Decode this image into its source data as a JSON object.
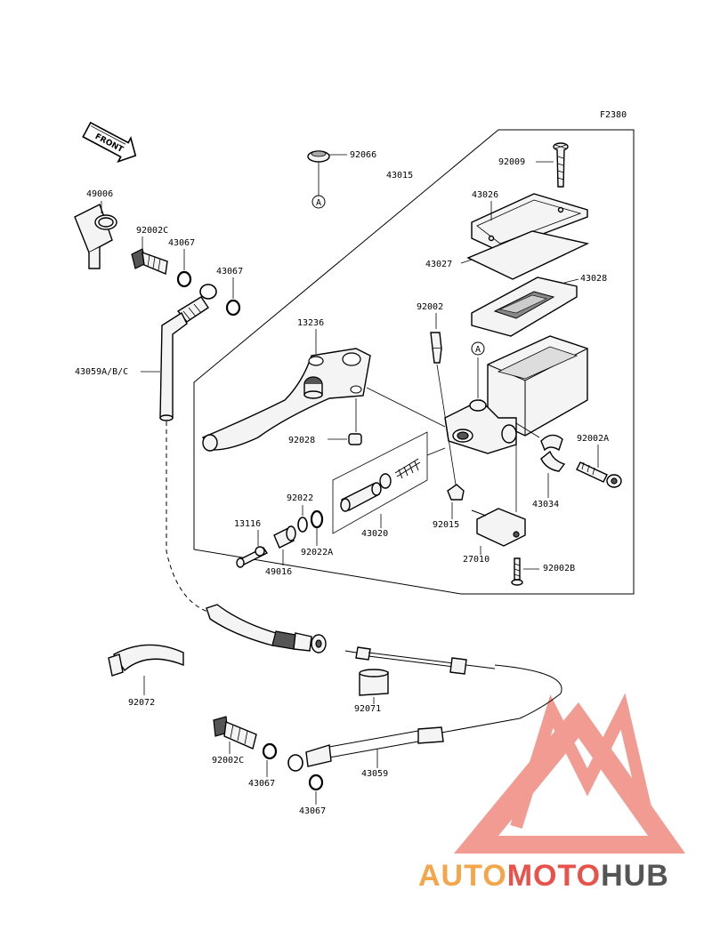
{
  "figure_code": "F2380",
  "front_arrow_label": "FRONT",
  "ref_mark": "A",
  "watermark": {
    "brand_prefix": "AUTO",
    "brand_mid": "MOTO",
    "brand_suffix": "HUB",
    "colors": {
      "orange": "#f5a54a",
      "red": "#e8524a",
      "gray": "#555555",
      "triangle": "#f08a80"
    }
  },
  "parts": {
    "p92066": "92066",
    "p43015": "43015",
    "p92009": "92009",
    "p43026": "43026",
    "p43027": "43027",
    "p43028": "43028",
    "p49006": "49006",
    "p92002C_top": "92002C",
    "p43067_a": "43067",
    "p43067_b": "43067",
    "p13236": "13236",
    "p92002": "92002",
    "p43059ABC": "43059A/B/C",
    "p92028": "92028",
    "p92002A": "92002A",
    "p92022": "92022",
    "p13116": "13116",
    "p92022A": "92022A",
    "p49016": "49016",
    "p43020": "43020",
    "p92015": "92015",
    "p43034": "43034",
    "p27010": "27010",
    "p92002B": "92002B",
    "p92072": "92072",
    "p92071": "92071",
    "p92002C_bot": "92002C",
    "p43067_c": "43067",
    "p43059": "43059",
    "p43067_d": "43067"
  }
}
